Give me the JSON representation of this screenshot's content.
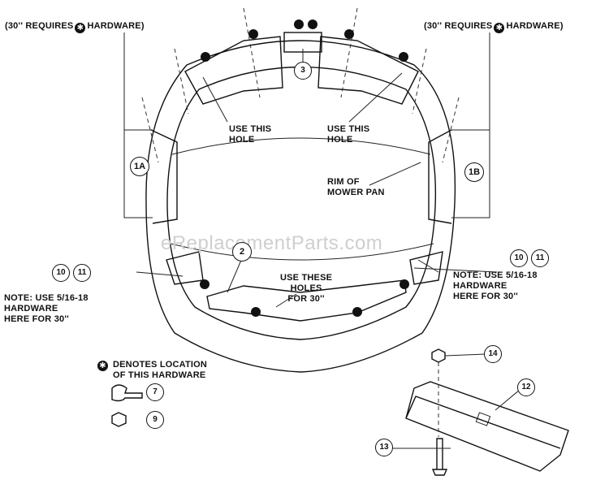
{
  "labels": {
    "requires_left": "(30'' REQUIRES",
    "requires_left_tail": "HARDWARE)",
    "requires_right": "(30'' REQUIRES",
    "requires_right_tail": "HARDWARE)",
    "use_hole_left": "USE THIS\nHOLE",
    "use_hole_right": "USE THIS\nHOLE",
    "rim": "RIM OF\nMOWER PAN",
    "use_these_holes": "USE THESE\nHOLES\nFOR 30''",
    "note_left": "NOTE: USE 5/16-18\nHARDWARE\nHERE FOR 30''",
    "note_right": "NOTE: USE 5/16-18\nHARDWARE\nHERE FOR 30''",
    "denotes": "DENOTES LOCATION\nOF THIS HARDWARE",
    "watermark": "eReplacementParts.com"
  },
  "callouts": {
    "c1a": "1A",
    "c1b": "1B",
    "c2": "2",
    "c3": "3",
    "c7": "7",
    "c9": "9",
    "c10_left": "10",
    "c11_left": "11",
    "c10_right": "10",
    "c11_right": "11",
    "c12": "12",
    "c13": "13",
    "c14": "14"
  },
  "icons": {
    "hardware_marker": "star-in-circle-icon"
  }
}
